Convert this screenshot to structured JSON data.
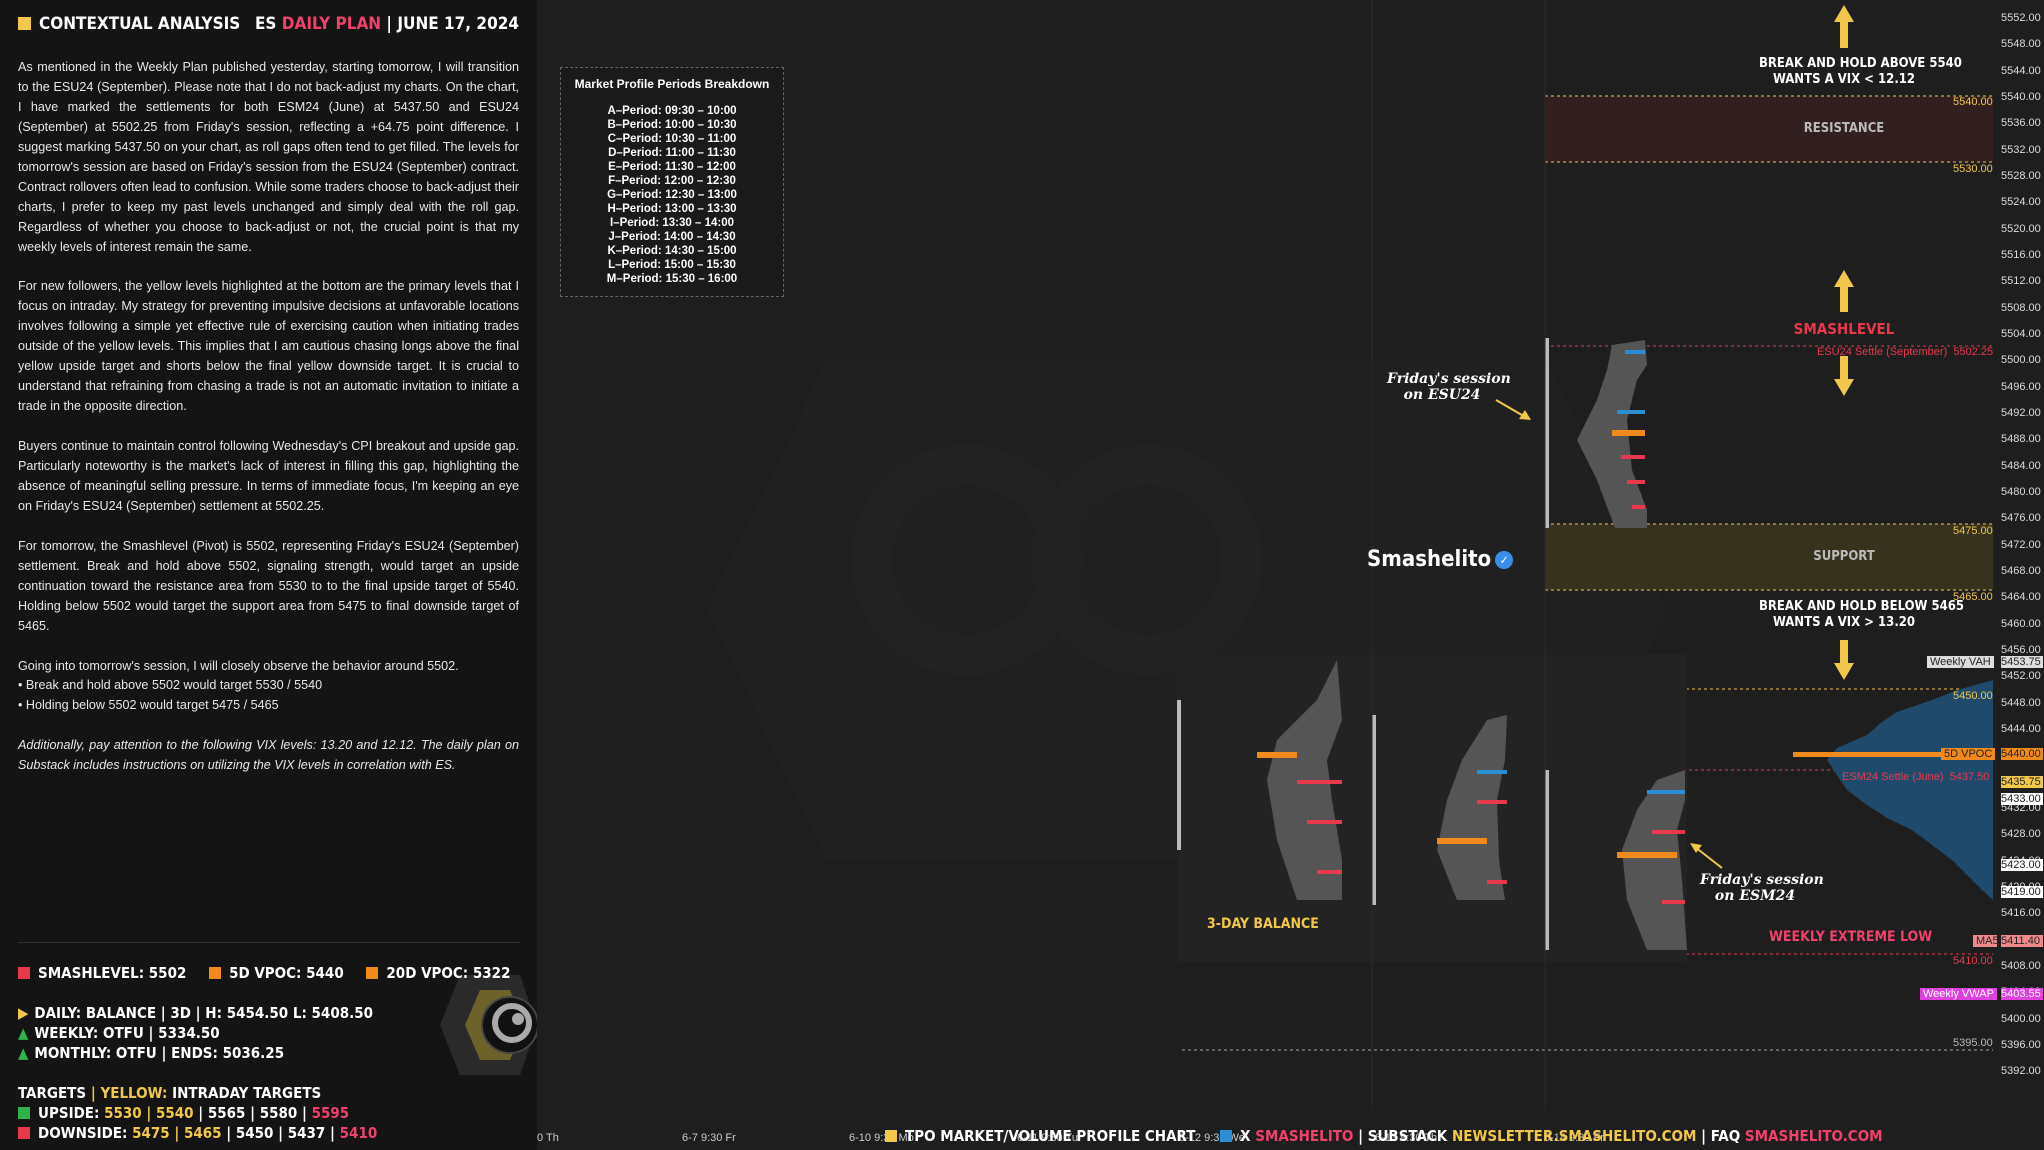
{
  "header": {
    "section_title": "CONTEXTUAL ANALYSIS",
    "symbol": "ES",
    "plan_label": "DAILY PLAN",
    "date": "JUNE 17, 2024",
    "sep": "|"
  },
  "article": {
    "p1": "As mentioned in the Weekly Plan published yesterday, starting tomorrow, I will transition to the ESU24 (September). Please note that I do not back-adjust my charts. On the chart, I have marked the settlements for both ESM24 (June) at 5437.50 and ESU24 (September) at 5502.25 from Friday's session, reflecting a +64.75 point difference. I suggest marking 5437.50 on your chart, as roll gaps often tend to get filled. The levels for tomorrow's session are based on Friday's session from the ESU24 (September) contract. Contract rollovers often lead to confusion. While some traders choose to back-adjust their charts, I prefer to keep my past levels unchanged and simply deal with the roll gap. Regardless of whether you choose to back-adjust or not, the crucial point is that my weekly levels of interest remain the same.",
    "p2": "For new followers, the yellow levels highlighted at the bottom are the primary levels that I focus on intraday. My strategy for preventing impulsive decisions at unfavorable locations involves following a simple yet effective rule of exercising caution when initiating trades outside of the yellow levels. This implies that I am cautious chasing longs above the final yellow upside target and shorts below the final yellow downside target. It is crucial to understand that refraining from chasing a trade is not an automatic invitation to initiate a trade in the opposite direction.",
    "p3": "Buyers continue to maintain control following Wednesday's CPI breakout and upside gap. Particularly noteworthy is the market's lack of interest in filling this gap, highlighting the absence of meaningful selling pressure. In terms of immediate focus, I'm keeping an eye on Friday's ESU24 (September) settlement at 5502.25.",
    "p4": "For tomorrow, the Smashlevel (Pivot) is 5502, representing Friday's ESU24 (September) settlement. Break and hold above 5502, signaling strength, would target an upside continuation toward the resistance area from 5530 to to the final upside target of 5540. Holding below 5502 would target the support area from 5475 to final downside target of 5465.",
    "p5a": "Going into tomorrow's session, I will closely observe the behavior around 5502.",
    "p5b": "• Break and hold above 5502 would target 5530 / 5540",
    "p5c": "• Holding below 5502 would target 5475 / 5465",
    "p6": "Additionally, pay attention to the following VIX levels: 13.20 and 12.12. The daily plan on Substack includes instructions on utilizing the VIX levels in correlation with ES."
  },
  "stats": {
    "smashlevel": "SMASHLEVEL: 5502",
    "vpoc5d": "5D VPOC: 5440",
    "vpoc20d": "20D VPOC: 5322",
    "daily": "DAILY: BALANCE  |  3D  |  H: 5454.50 L: 5408.50",
    "weekly": "WEEKLY: OTFU  |  5334.50",
    "monthly": "MONTHLY: OTFU  |  ENDS: 5036.25",
    "targets_label": "TARGETS",
    "targets_sep": "|",
    "yellow_label": "YELLOW:",
    "targets_desc": "INTRADAY TARGETS",
    "upside_label": "UPSIDE:",
    "upside_yellow": "5530  |  5540",
    "upside_white": "|  5565  |  5580  |",
    "upside_red": "5595",
    "downside_label": "DOWNSIDE:",
    "downside_yellow": "5475  |  5465",
    "downside_white": "|  5450  |  5437  |",
    "downside_red": "5410"
  },
  "mp_box": {
    "title": "Market Profile Periods Breakdown",
    "periods": [
      "A–Period: 09:30 – 10:00",
      "B–Period: 10:00 – 10:30",
      "C–Period: 10:30 – 11:00",
      "D–Period: 11:00 – 11:30",
      "E–Period: 11:30 – 12:00",
      "F–Period: 12:00 – 12:30",
      "G–Period: 12:30 – 13:00",
      "H–Period: 13:00 – 13:30",
      "I–Period: 13:30 – 14:00",
      "J–Period: 14:00 – 14:30",
      "K–Period: 14:30 – 15:00",
      "L–Period: 15:00 – 15:30",
      "M–Period: 15:30 – 16:00"
    ]
  },
  "chart_labels": {
    "break_above_1": "BREAK AND HOLD ABOVE 5540",
    "break_above_2": "WANTS A VIX < 12.12",
    "resistance": "RESISTANCE",
    "smashlevel": "SMASHLEVEL",
    "esu_settle": "ESU24 Settle (September)",
    "support": "SUPPORT",
    "break_below_1": "BREAK AND HOLD BELOW 5465",
    "break_below_2": "WANTS A VIX > 13.20",
    "fri_esu_1": "Friday's session",
    "fri_esu_2": "on ESU24",
    "fri_esm_1": "Friday's session",
    "fri_esm_2": "on ESM24",
    "brand": "Smashelito",
    "balance": "3-DAY BALANCE",
    "weekly_extreme": "WEEKLY EXTREME LOW",
    "esm_settle": "ESM24 Settle (June)",
    "weekly_vah": "Weekly VAH",
    "vpoc5d": "5D VPOC",
    "ma5": "MA5",
    "weekly_vwap": "Weekly VWAP"
  },
  "level_values": {
    "l5540": "5540.00",
    "l5530": "5530.00",
    "l5502": "5502.25",
    "l5475": "5475.00",
    "l5465": "5465.00",
    "l5450": "5450.00",
    "l5437": "5437.50",
    "l5410": "5410.00",
    "l5395": "5395.00"
  },
  "axis_badges": {
    "vah": "5453.75",
    "vpoc": "5440.00",
    "b1": "5435.75",
    "b2": "5433.00",
    "b3": "5423.00",
    "b4": "5419.00",
    "ma5": "5411.40",
    "vwap": "5403.55"
  },
  "price_axis": [
    "5552.00",
    "5548.00",
    "5544.00",
    "5540.00",
    "5536.00",
    "5532.00",
    "5528.00",
    "5524.00",
    "5520.00",
    "5516.00",
    "5512.00",
    "5508.00",
    "5504.00",
    "5500.00",
    "5496.00",
    "5492.00",
    "5488.00",
    "5484.00",
    "5480.00",
    "5476.00",
    "5472.00",
    "5468.00",
    "5464.00",
    "5460.00",
    "5456.00",
    "5452.00",
    "5448.00",
    "5444.00",
    "5440.00",
    "5436.00",
    "5432.00",
    "5428.00",
    "5424.00",
    "5420.00",
    "5416.00",
    "5412.00",
    "5408.00",
    "5404.00",
    "5400.00",
    "5396.00",
    "5392.00"
  ],
  "time_axis": [
    "0 Th",
    "6-7  9:30 Fr",
    "6-10  9:30 Mo",
    "6-11  9:30 Tu",
    "6-12  9:30 We",
    "6-13  9:30 Th",
    "6-14  9:30 Fr"
  ],
  "footer": {
    "tpo": "TPO MARKET/VOLUME PROFILE CHART",
    "x": "X",
    "x_handle": "SMASHELITO",
    "sep": "|",
    "substack": "SUBSTACK",
    "substack_url": "NEWSLETTER.SMASHELITO.COM",
    "faq": "FAQ",
    "faq_url": "SMASHELITO.COM"
  },
  "colors": {
    "yellow": "#f2c84b",
    "red": "#e8394c",
    "pink": "#f0426a",
    "orange": "#f08a1c",
    "blue": "#2b8fd6",
    "green": "#2fb34a"
  }
}
